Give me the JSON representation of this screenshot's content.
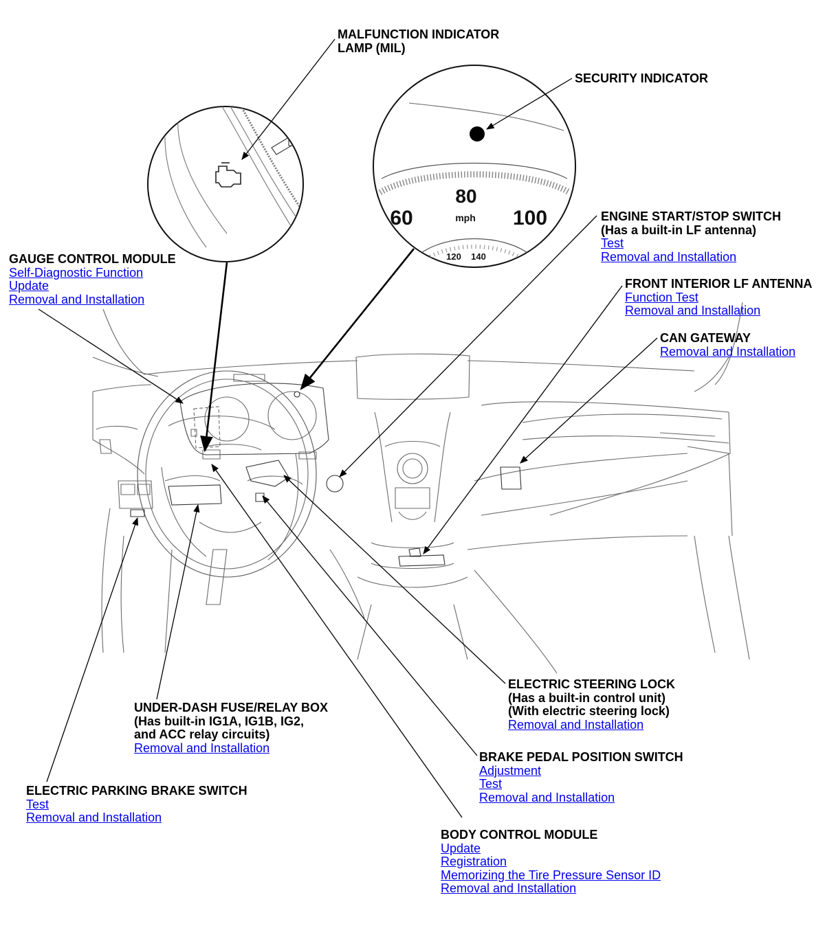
{
  "gauge_readout": {
    "speed_center": "80",
    "speed_left": "60",
    "speed_right": "100",
    "unit": "mph",
    "tach_left": "120",
    "tach_right": "140"
  },
  "callouts": {
    "mil": {
      "title_1": "MALFUNCTION INDICATOR",
      "title_2": "LAMP (MIL)"
    },
    "security": {
      "title": "SECURITY INDICATOR"
    },
    "gauge_control_module": {
      "title": "GAUGE CONTROL MODULE",
      "links": [
        "Self-Diagnostic Function",
        "Update",
        "Removal and Installation"
      ]
    },
    "engine_start_stop": {
      "title": "ENGINE START/STOP SWITCH",
      "note": "(Has a built-in LF antenna)",
      "links": [
        "Test",
        "Removal and Installation"
      ]
    },
    "front_interior_lf_antenna": {
      "title": "FRONT INTERIOR LF ANTENNA",
      "links": [
        "Function Test",
        "Removal and Installation"
      ]
    },
    "can_gateway": {
      "title": "CAN GATEWAY",
      "links": [
        "Removal and Installation"
      ]
    },
    "electric_steering_lock": {
      "title": "ELECTRIC STEERING LOCK",
      "note_1": "(Has a built-in control unit)",
      "note_2": "(With electric steering lock)",
      "links": [
        "Removal and Installation"
      ]
    },
    "under_dash_fuse_box": {
      "title": "UNDER-DASH FUSE/RELAY BOX",
      "note_1": "(Has built-in IG1A, IG1B, IG2,",
      "note_2": "and ACC relay circuits)",
      "links": [
        "Removal and Installation"
      ]
    },
    "brake_pedal_switch": {
      "title": "BRAKE PEDAL POSITION SWITCH",
      "links": [
        "Adjustment",
        "Test",
        "Removal and Installation"
      ]
    },
    "electric_parking_brake_switch": {
      "title": "ELECTRIC PARKING BRAKE SWITCH",
      "links": [
        "Test",
        "Removal and Installation"
      ]
    },
    "body_control_module": {
      "title": "BODY CONTROL MODULE",
      "links": [
        "Update",
        "Registration",
        "Memorizing the Tire Pressure Sensor ID",
        "Removal and Installation"
      ]
    }
  },
  "colors": {
    "link": "#0000ee",
    "line": "#000000",
    "drawing": "#6a6a6a"
  }
}
